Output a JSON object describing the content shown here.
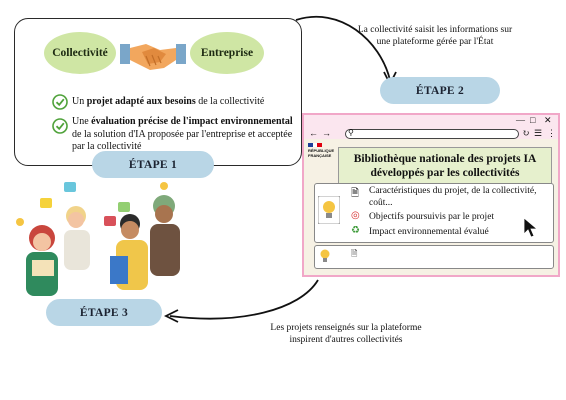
{
  "step1": {
    "collectivite": "Collectivité",
    "entreprise": "Entreprise",
    "item1_prefix": "Un ",
    "item1_bold": "projet adapté aux besoins",
    "item1_suffix": " de la collectivité",
    "item2_prefix": "Une ",
    "item2_bold": "évaluation précise de l'impact environnemental",
    "item2_suffix": " de la solution d'IA proposée par l'entreprise et acceptée par la collectivité",
    "label": "ÉTAPE 1"
  },
  "step2": {
    "caption_line1": "La collectivité saisit les informations sur",
    "caption_line2": "une plateforme gérée par l'État",
    "label": "ÉTAPE 2"
  },
  "step3": {
    "caption_line1": "Les projets renseignés sur la plateforme",
    "caption_line2": "inspirent d'autres collectivités",
    "label": "ÉTAPE 3"
  },
  "window": {
    "gov_logo_line1": "RÉPUBLIQUE",
    "gov_logo_line2": "FRANÇAISE",
    "title_line1": "Bibliothèque nationale des projets IA",
    "title_line2": "développés par les collectivités",
    "row1_line1": "Caractéristiques du projet, de la collectivité,",
    "row1_line2": "coût...",
    "row2": "Objectifs poursuivis par le projet",
    "row3": "Impact environnemental évalué"
  },
  "colors": {
    "green_pill": "#cfe6a4",
    "blue_pill": "#b9d6e6",
    "window_border": "#f1a7c8",
    "title_bg": "#e6f0cd"
  }
}
